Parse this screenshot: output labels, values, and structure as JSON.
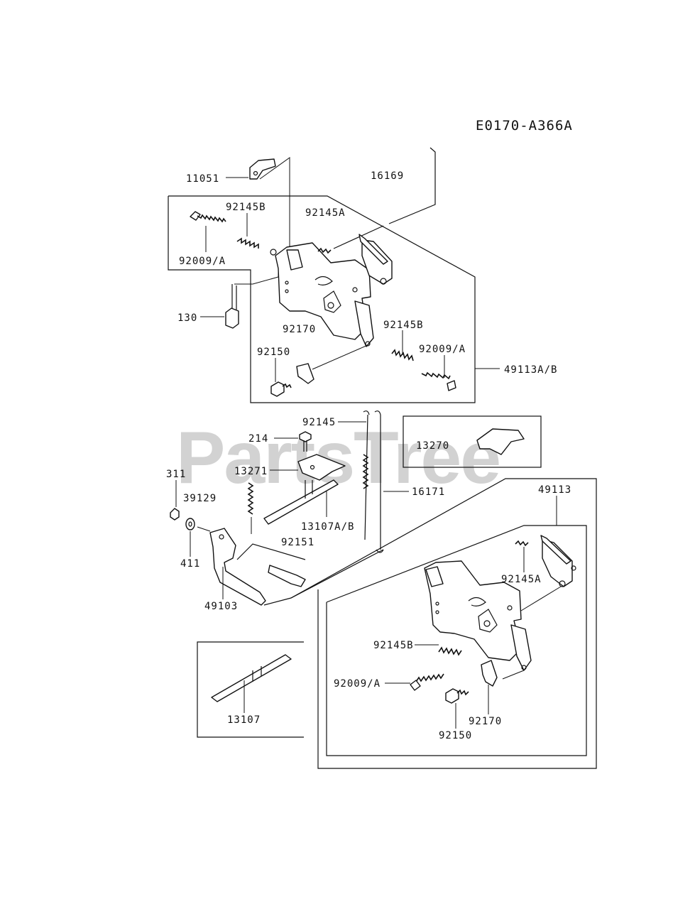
{
  "diagram": {
    "code": "E0170-A366A",
    "watermark": "PartsTree",
    "labels": {
      "p11051": "11051",
      "p16169": "16169",
      "p92145B_a": "92145B",
      "p92145A_a": "92145A",
      "p92009A_a": "92009/A",
      "p130": "130",
      "p92170_a": "92170",
      "p92145B_b": "92145B",
      "p92150_a": "92150",
      "p92009A_b": "92009/A",
      "p49113AB": "49113A/B",
      "p92145": "92145",
      "p214": "214",
      "p13270": "13270",
      "p311": "311",
      "p13271": "13271",
      "p39129": "39129",
      "p16171": "16171",
      "p49113": "49113",
      "p13107AB": "13107A/B",
      "p411": "411",
      "p92151": "92151",
      "p92145A_b": "92145A",
      "p49103": "49103",
      "p92145B_c": "92145B",
      "p92009A_c": "92009/A",
      "p13107": "13107",
      "p92170_b": "92170",
      "p92150_b": "92150"
    }
  }
}
